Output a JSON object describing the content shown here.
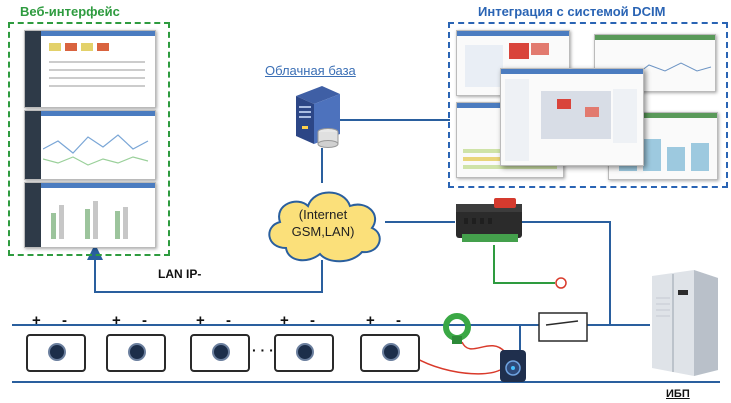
{
  "labels": {
    "web_interface": "Веб-интерфейс",
    "dcim_integration": "Интеграция с системой DCIM",
    "cloud_db": "Облачная база",
    "internet_line1": "(Internet",
    "internet_line2": "GSM,LAN)",
    "lan_ip": "LAN IP-",
    "ups": "ИБП",
    "dots": "· · ·"
  },
  "battery_terminals": {
    "plus": "+",
    "minus": "-"
  },
  "colors": {
    "web_border": "#2e9b3f",
    "dcim_border": "#2a64b4",
    "bus_line": "#2a5f9e",
    "sensor_wire": "#d93a2b",
    "controller_green": "#2e9b3f"
  },
  "icons": [
    "server-icon",
    "cloud-icon",
    "controller-icon",
    "battery-icon",
    "current-sensor-icon",
    "monitor-icon",
    "switch-icon",
    "ups-cabinet-icon"
  ]
}
